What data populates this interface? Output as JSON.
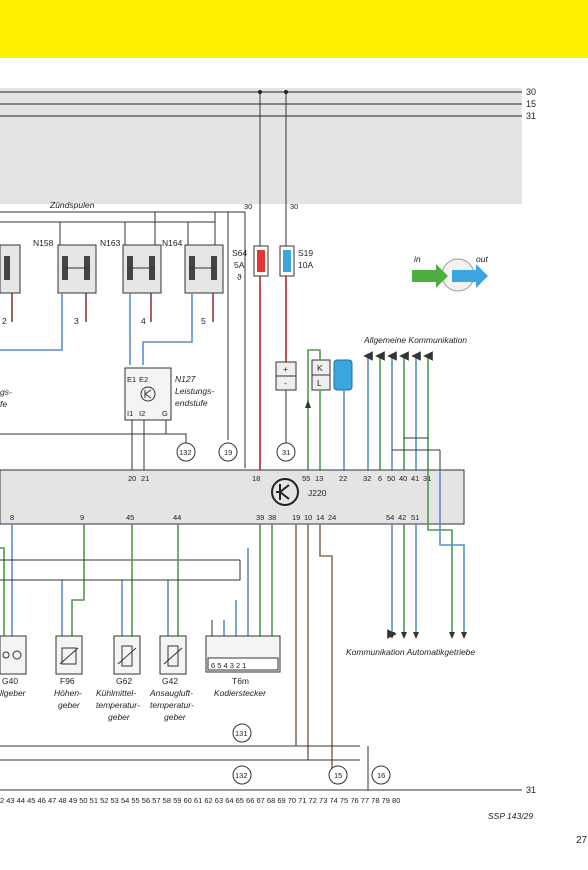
{
  "rails": {
    "r30": "30",
    "r15": "15",
    "r31": "31",
    "bottom31": "31"
  },
  "top_labels": {
    "zuendspulen": "Zündspulen",
    "t30a": "30",
    "t30b": "30"
  },
  "coils": [
    "N158",
    "N163",
    "N164"
  ],
  "coil_numbers": [
    "2",
    "3",
    "4",
    "5"
  ],
  "fuses": {
    "s64": {
      "name": "S64",
      "rating": "5A",
      "symbol": "ϑ"
    },
    "s19": {
      "name": "S19",
      "rating": "10A"
    }
  },
  "legend": {
    "in": "in",
    "out": "out"
  },
  "allg_komm": "Allgemeine Kommunikation",
  "komm_auto": "Kommunikation Automatikgetriebe",
  "n127": {
    "name": "N127",
    "line1": "Leistungs-",
    "line2": "endstufe",
    "e1": "E1",
    "e2": "E2",
    "i1": "I1",
    "i2": "I2",
    "g": "G"
  },
  "left_cut": {
    "l1": "gs-",
    "l2": "fe",
    "g40": "G40",
    "geber": "llgeber"
  },
  "diag_box": {
    "plus": "+",
    "minus": "-",
    "k": "K",
    "l": "L"
  },
  "circles": {
    "c132a": "132",
    "c19": "19",
    "c31": "31",
    "c131": "131",
    "c132b": "132",
    "c15": "15",
    "c16": "16"
  },
  "ecu": {
    "name": "J220"
  },
  "ecu_top_pins": {
    "p20": "20",
    "p21": "21",
    "p18": "18",
    "p55": "55",
    "p13": "13",
    "p22": "22",
    "p32": "32",
    "p6": "6",
    "p50": "50",
    "p40": "40",
    "p41": "41",
    "p31": "31"
  },
  "ecu_bottom_pins": {
    "p8": "8",
    "p9": "9",
    "p45": "45",
    "p44": "44",
    "p39": "39",
    "p38": "38",
    "p19": "19",
    "p10": "10",
    "p14": "14",
    "p24": "24",
    "p54": "54",
    "p42": "42",
    "p51": "51"
  },
  "sensors": {
    "f96": {
      "name": "F96",
      "l1": "Höhen-",
      "l2": "geber"
    },
    "g62": {
      "name": "G62",
      "l1": "Kühlmittel-",
      "l2": "temperatur-",
      "l3": "geber"
    },
    "g42": {
      "name": "G42",
      "l1": "Ansaugluft-",
      "l2": "temperatur-",
      "l3": "geber"
    },
    "t6m": {
      "name": "T6m",
      "l1": "Kodierstecker",
      "pins": "6 5 4 3 2 1"
    }
  },
  "scale": "2 43 44 45 46 47 48 49 50 51 52 53 54 55 56 57 58 59 60 61 62 63 64 65 66 67 68 69 70 71 72 73 74 75 76 77 78 79 80",
  "footer": {
    "ref": "SSP 143/29",
    "page": "27"
  }
}
